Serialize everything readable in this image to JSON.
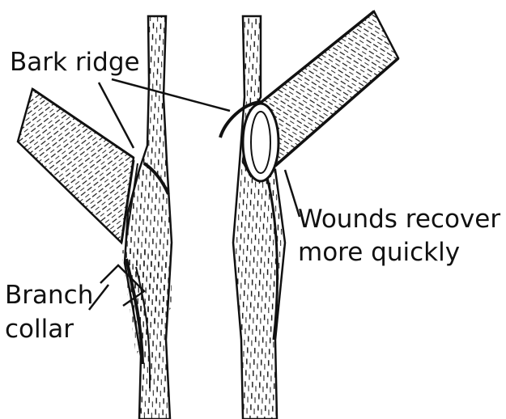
{
  "labels": {
    "bark_ridge": "Bark ridge",
    "wounds_line1": "Wounds recover",
    "wounds_line2": "more quickly",
    "branch_collar_line1": "Branch",
    "branch_collar_line2": "collar"
  },
  "colors": {
    "ink": "#111111",
    "paper": "#ffffff"
  }
}
